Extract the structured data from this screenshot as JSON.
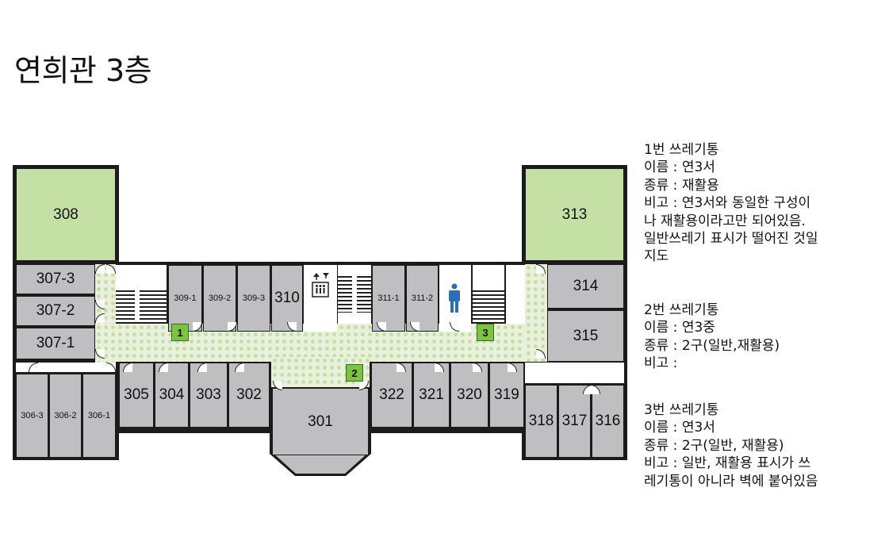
{
  "title": "연희관 3층",
  "floor_plan": {
    "rooms": {
      "r308": "308",
      "r313": "313",
      "r307_3": "307-3",
      "r307_2": "307-2",
      "r307_1": "307-1",
      "r306_3": "306-3",
      "r306_2": "306-2",
      "r306_1": "306-1",
      "r305": "305",
      "r304": "304",
      "r303": "303",
      "r302": "302",
      "r301": "301",
      "r309_1": "309-1",
      "r309_2": "309-2",
      "r309_3": "309-3",
      "r310": "310",
      "r311_1": "311-1",
      "r311_2": "311-2",
      "r322": "322",
      "r321": "321",
      "r320": "320",
      "r319": "319",
      "r314": "314",
      "r315": "315",
      "r318": "318",
      "r317": "317",
      "r316": "316"
    },
    "bins": [
      "1",
      "2",
      "3"
    ],
    "icons": [
      "elevator-icon",
      "restroom-person-icon",
      "stairs-icon"
    ],
    "colors": {
      "room_gray": "#bfbfc1",
      "room_green": "#c5e0a5",
      "bin_green": "#7dc242",
      "wall": "#1b1b1b",
      "corridor_dot": "#c6dea6",
      "person_blue": "#2b6fb6"
    }
  },
  "bins_info": [
    {
      "header": "1번 쓰레기통",
      "name": "이름 : 연3서",
      "type": "종류 : 재활용",
      "note_lines": [
        "비고 : 연3서와 동일한 구성이",
        "나 재활용이라고만 되어있음.",
        "일반쓰레기 표시가 떨어진 것일",
        "지도"
      ]
    },
    {
      "header": "2번 쓰레기통",
      "name": "이름 : 연3중",
      "type": "종류 : 2구(일반,재활용)",
      "note_lines": [
        "비고 :"
      ]
    },
    {
      "header": "3번 쓰레기통",
      "name": "이름 : 연3서",
      "type": "종류 : 2구(일반, 재활용)",
      "note_lines": [
        "비고 : 일반, 재활용 표시가 쓰",
        "레기통이 아니라 벽에 붙어있음"
      ]
    }
  ]
}
